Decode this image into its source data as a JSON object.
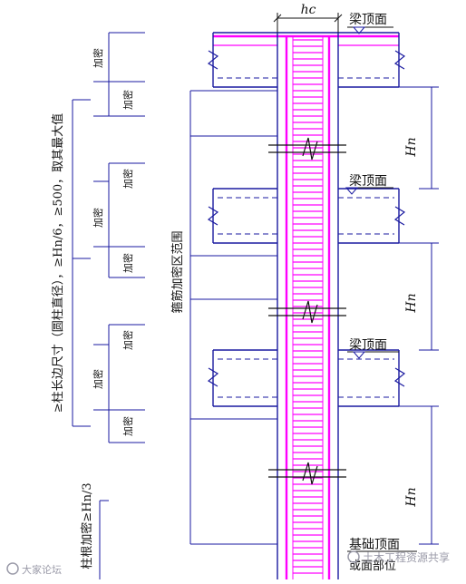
{
  "labels": {
    "hc": "hc",
    "beam_top": "梁顶面",
    "hn": "Hn",
    "foundation_top": "基础顶面",
    "ground_partial": "或面部位",
    "jiami": "加密",
    "rule_main": "≥柱长边尺寸（圆柱直径），≥Hn/6，≥500，取其最大值",
    "rule_bottom": "柱根加密≥Hn/3",
    "range": "箍筋加密区范围"
  },
  "watermarks": {
    "left": "大家论坛",
    "right": "土木工程资源共享"
  },
  "colors": {
    "rebar": "#ff00ff",
    "line": "#1a1aa0",
    "dim": "#2a2a8a",
    "text": "#111111",
    "watermark": "#9a9aa8"
  }
}
